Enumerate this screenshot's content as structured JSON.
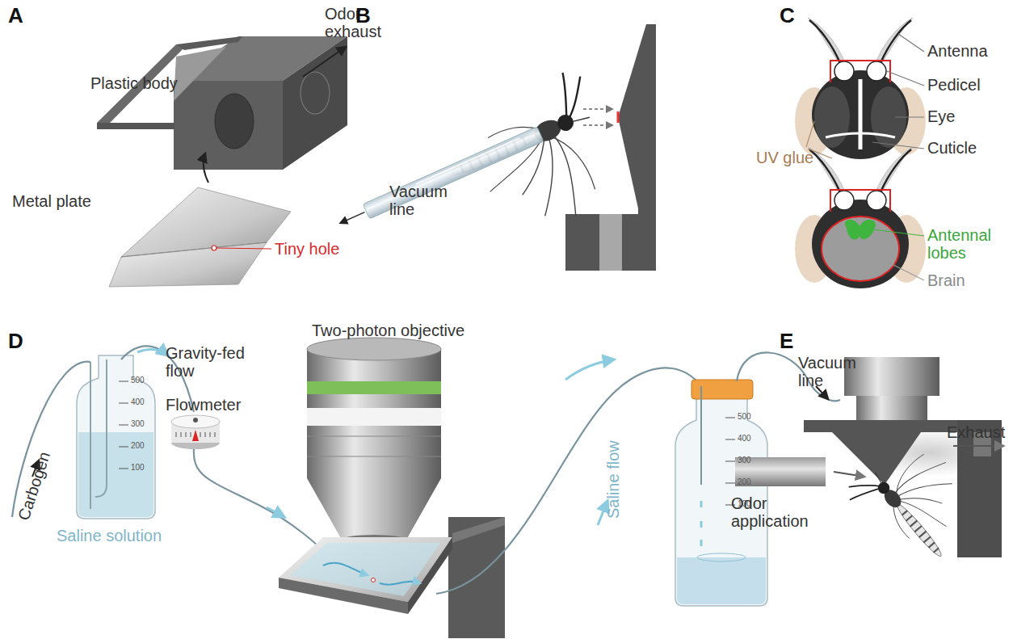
{
  "diagram": {
    "labels": [
      "A",
      "Plastic body",
      "Odor exhaust",
      "Metal plate",
      "Tiny hole",
      "B",
      "Vacuum line",
      "C",
      "Antenna",
      "Pedicel",
      "Eye",
      "Cuticle",
      "UV glue",
      "Antennal lobes",
      "Brain",
      "D",
      "Carbogen",
      "Gravity-fed flow",
      "Flowmeter",
      "500",
      "400",
      "300",
      "200",
      "100",
      "Saline solution",
      "Two-photon objective",
      "Saline flow",
      "500",
      "400",
      "300",
      "200",
      "100",
      "Vacuum line",
      "E",
      "Odor application",
      "Exhaust"
    ]
  }
}
